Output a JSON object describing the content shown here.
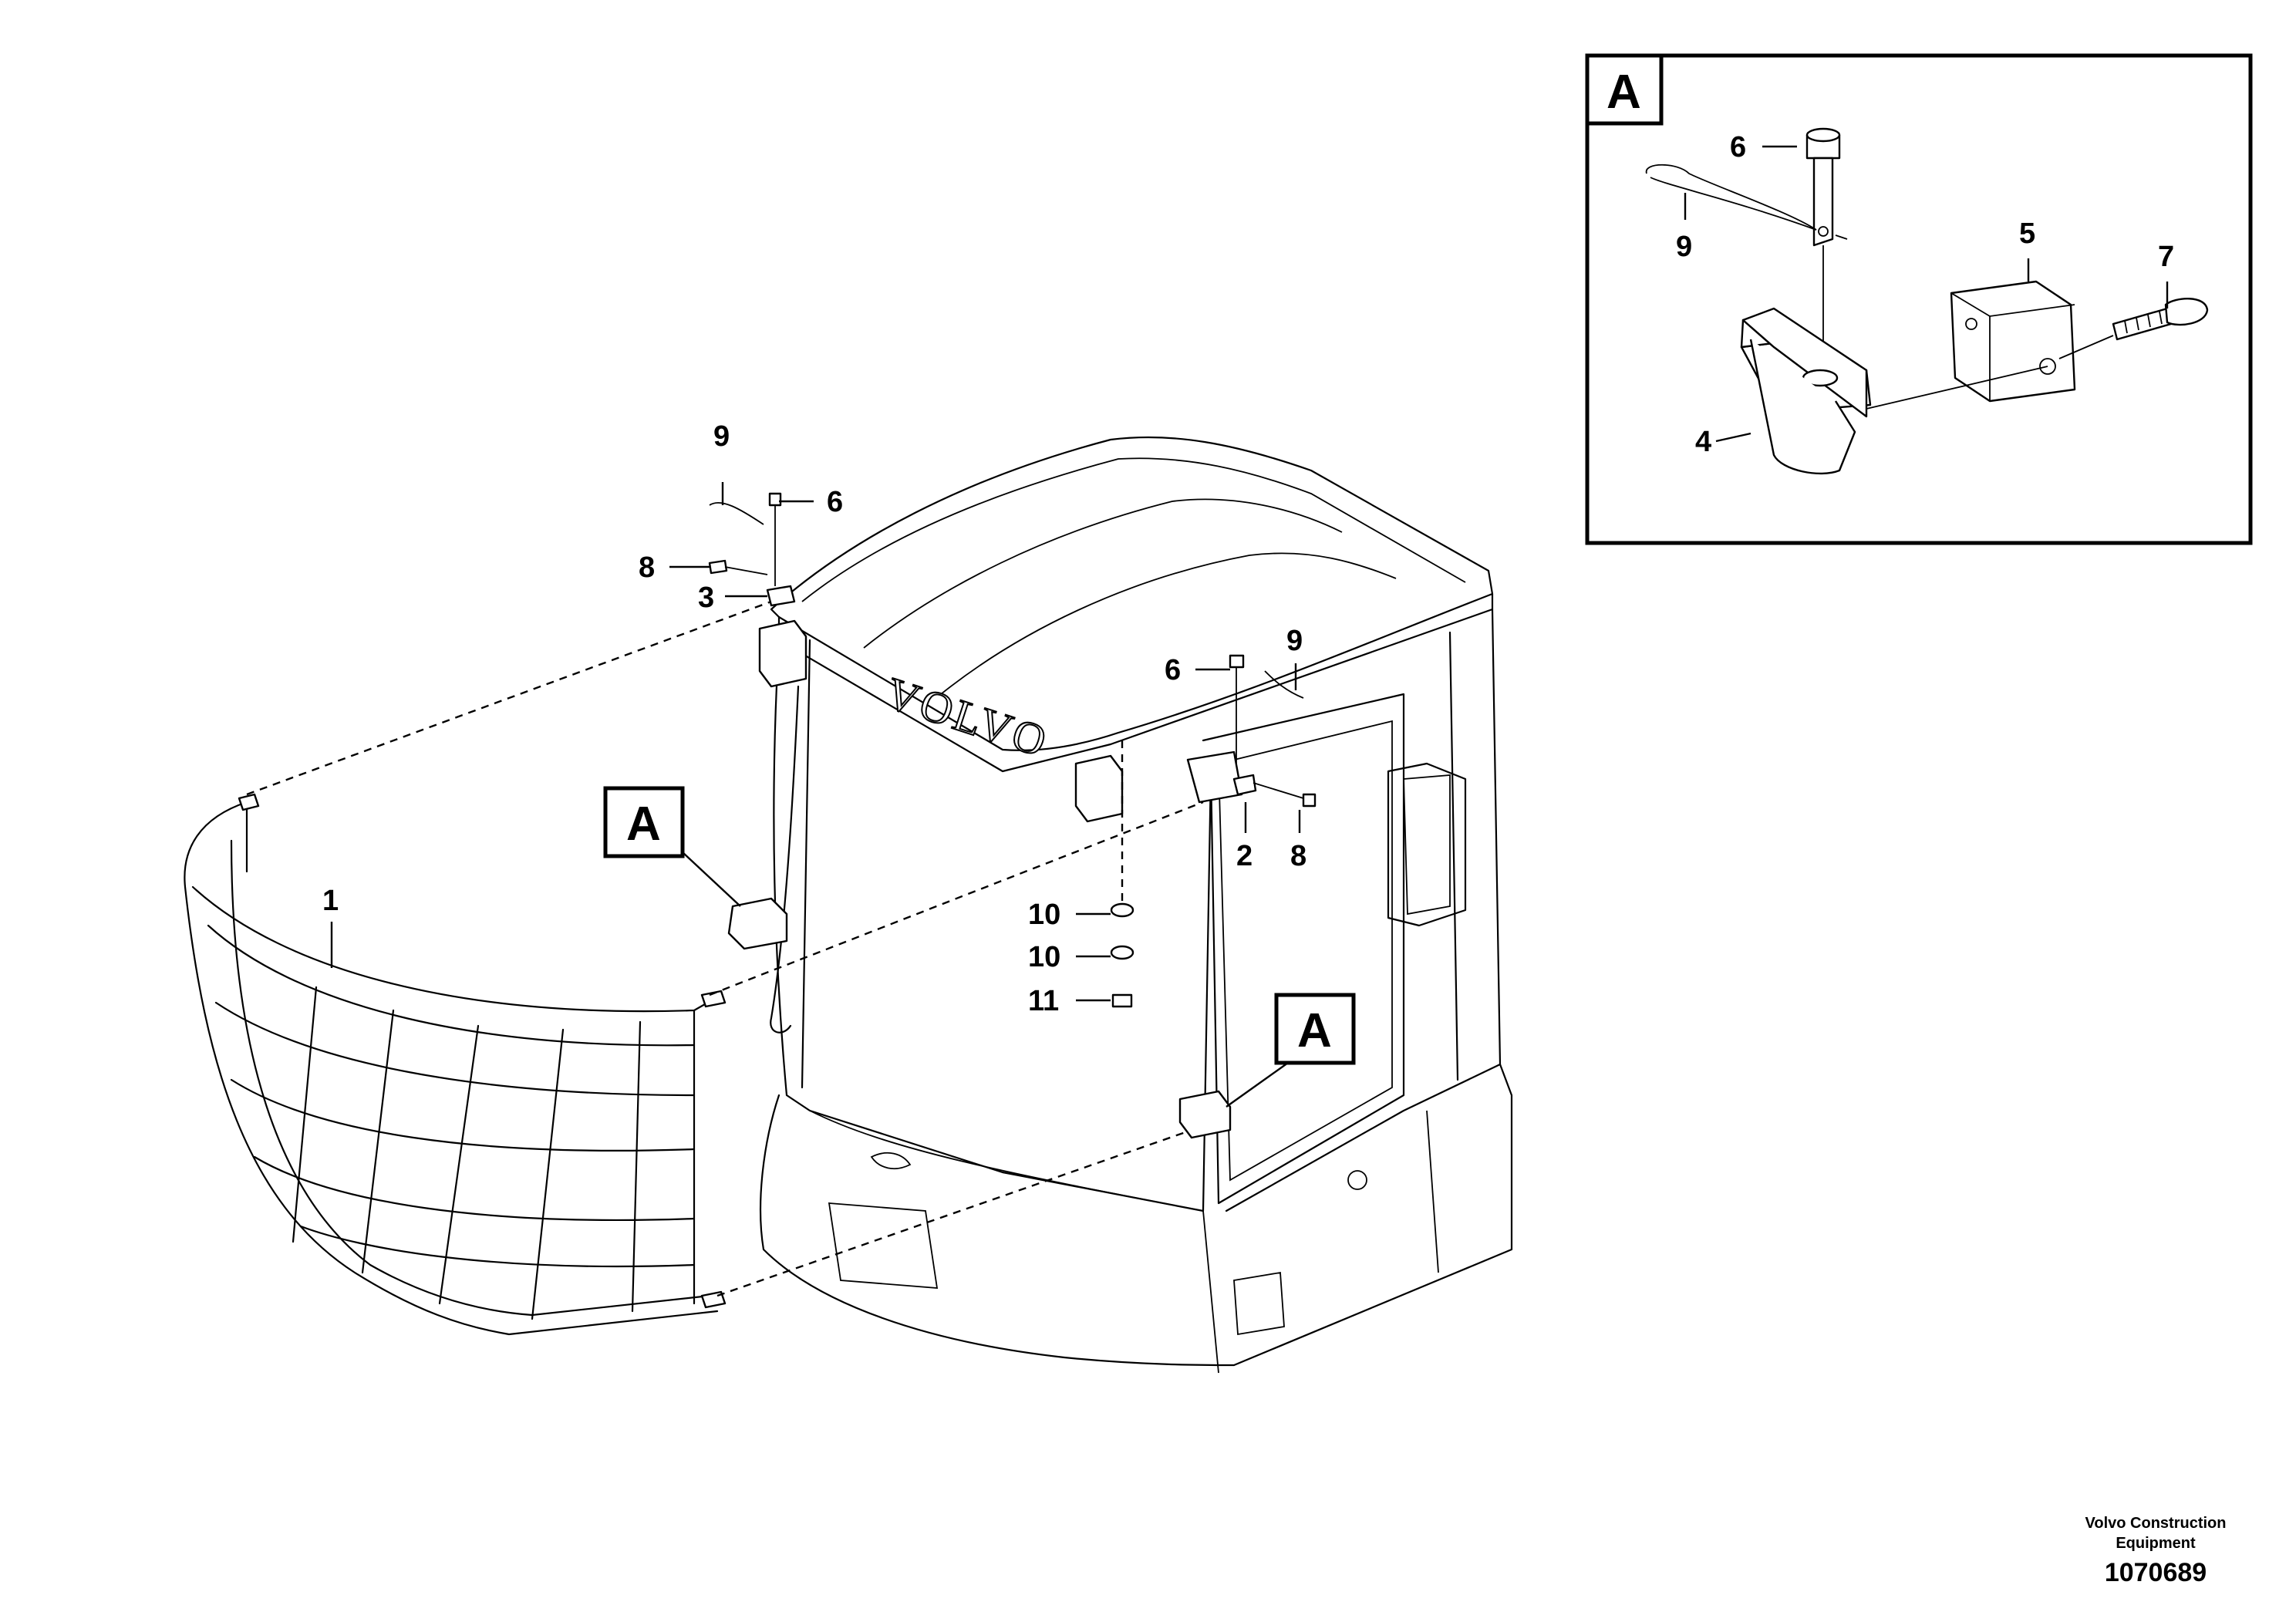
{
  "diagram": {
    "detail_marker": "A",
    "callouts": {
      "c1": "1",
      "c2": "2",
      "c3": "3",
      "c4": "4",
      "c5": "5",
      "c6": "6",
      "c7": "7",
      "c8": "8",
      "c9": "9",
      "c10": "10",
      "c11": "11"
    },
    "cab_logo": "VOLVO"
  },
  "footer": {
    "company": "Volvo Construction Equipment",
    "drawing_number": "1070689"
  }
}
